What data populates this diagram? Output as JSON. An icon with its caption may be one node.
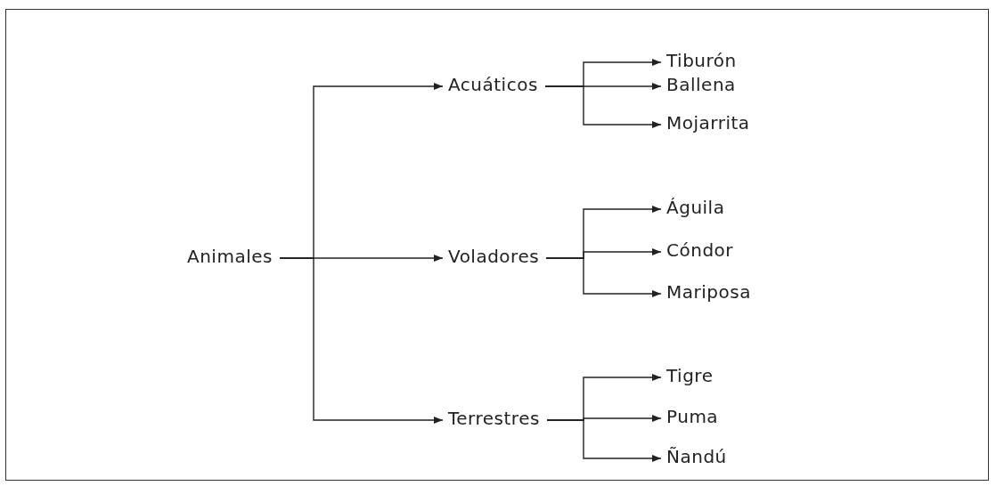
{
  "diagram": {
    "nodes": [
      {
        "text": [
          "Animales"
        ]
      },
      {
        "text": [
          "Acuáticos"
        ]
      },
      {
        "text": [
          "Tiburón"
        ]
      },
      {
        "text": [
          "Ballena"
        ]
      },
      {
        "text": [
          "Mojarrita"
        ]
      },
      {
        "text": [
          "Voladores"
        ]
      },
      {
        "text": [
          "Águila"
        ]
      },
      {
        "text": [
          "Cóndor"
        ]
      },
      {
        "text": [
          "Mariposa"
        ]
      },
      {
        "text": [
          "Terrestres"
        ]
      },
      {
        "text": [
          "Tigre"
        ]
      },
      {
        "text": [
          "Puma"
        ]
      },
      {
        "text": [
          "Ñandú"
        ]
      }
    ],
    "edges": [
      {
        "from": 0,
        "to": 1,
        "arrow": "to"
      },
      {
        "from": 0,
        "to": 5,
        "arrow": "to"
      },
      {
        "from": 0,
        "to": 9,
        "arrow": "to"
      },
      {
        "from": 1,
        "to": 2,
        "arrow": "to"
      },
      {
        "from": 1,
        "to": 3,
        "arrow": "to"
      },
      {
        "from": 1,
        "to": 4,
        "arrow": "to"
      },
      {
        "from": 5,
        "to": 6,
        "arrow": "to"
      },
      {
        "from": 5,
        "to": 7,
        "arrow": "to"
      },
      {
        "from": 5,
        "to": 8,
        "arrow": "to"
      },
      {
        "from": 9,
        "to": 10,
        "arrow": "to"
      },
      {
        "from": 9,
        "to": 11,
        "arrow": "to"
      },
      {
        "from": 9,
        "to": 12,
        "arrow": "to"
      }
    ]
  }
}
